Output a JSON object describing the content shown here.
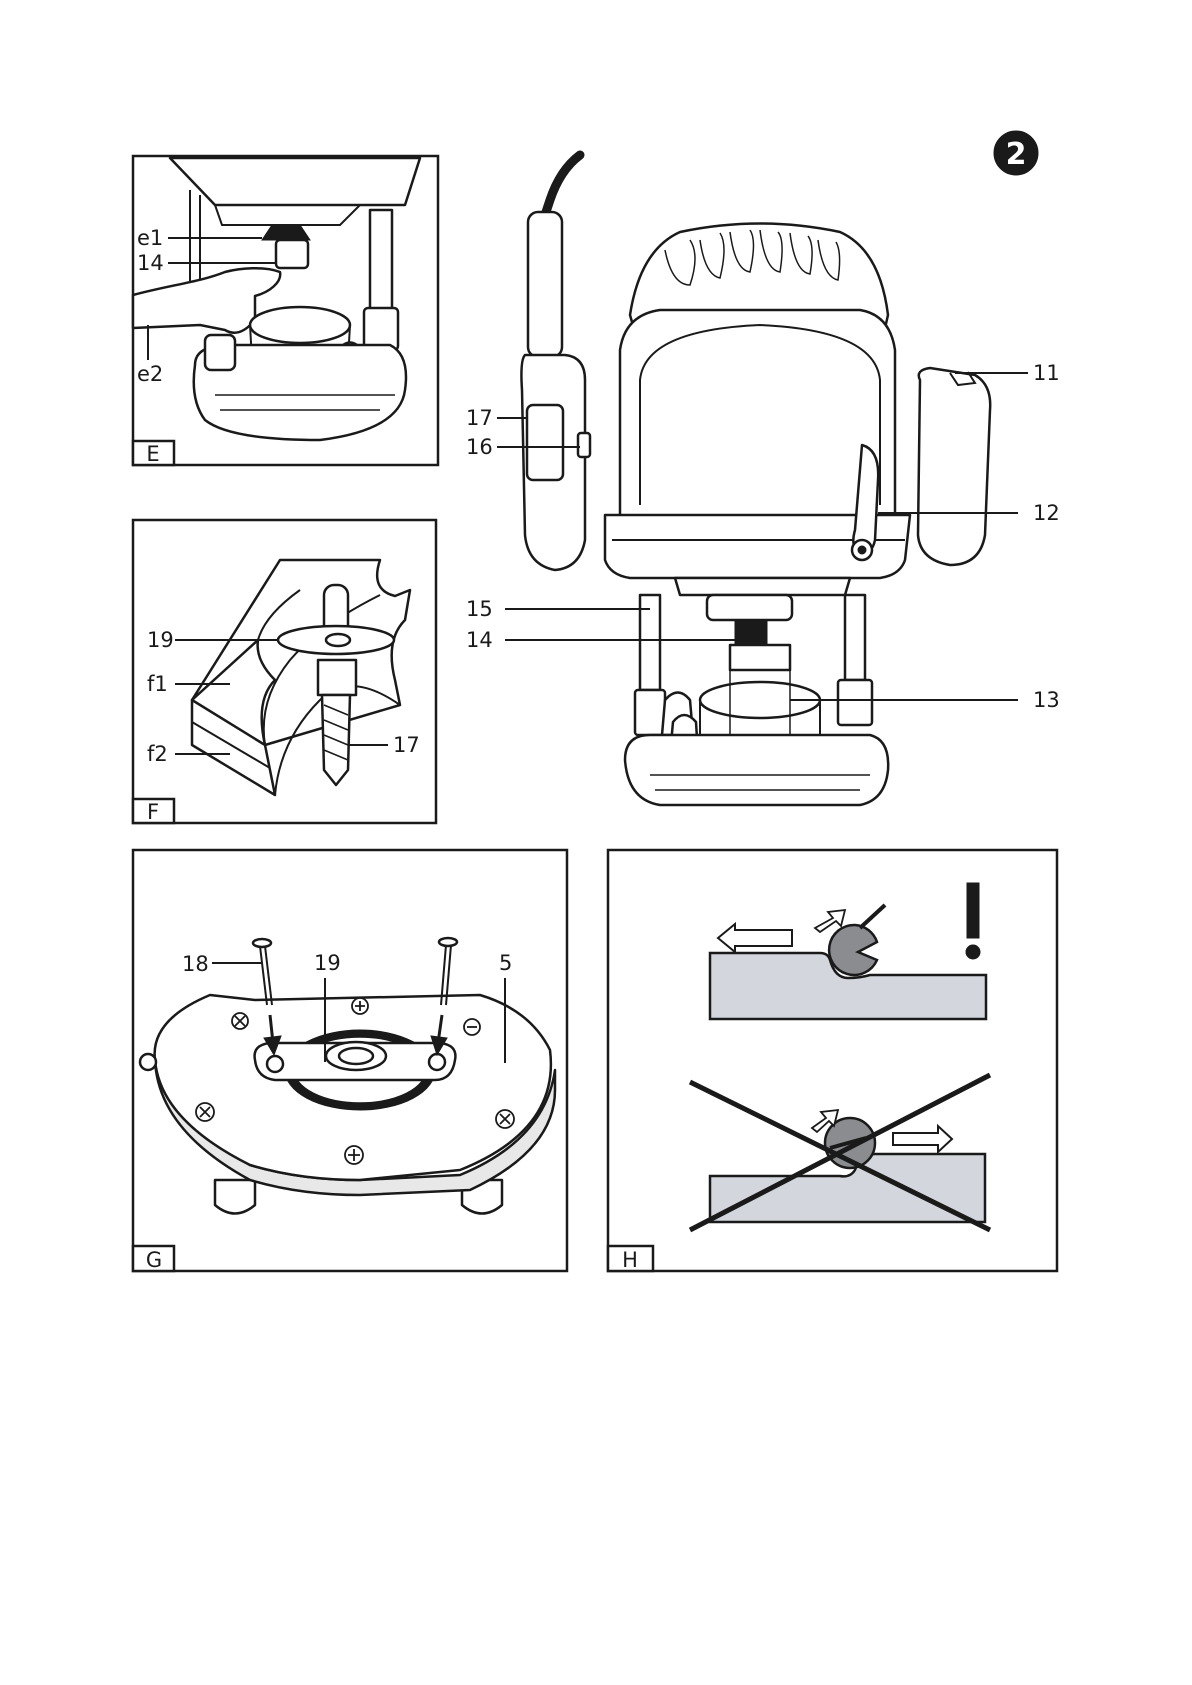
{
  "badge": "2",
  "panels": {
    "E": {
      "label": "E",
      "callouts": [
        "e1",
        "14",
        "e2"
      ]
    },
    "F": {
      "label": "F",
      "callouts": [
        "19",
        "f1",
        "f2",
        "17"
      ]
    },
    "G": {
      "label": "G",
      "callouts": [
        "18",
        "19",
        "5"
      ]
    },
    "H": {
      "label": "H",
      "warning": "!"
    }
  },
  "main_callouts": {
    "left": [
      "17",
      "16",
      "15",
      "14"
    ],
    "right": [
      "11",
      "12",
      "13"
    ]
  },
  "colors": {
    "line": "#1a1a1a",
    "workpiece": "#d3d6dc",
    "cutter": "#8a8c90",
    "background": "#ffffff"
  }
}
